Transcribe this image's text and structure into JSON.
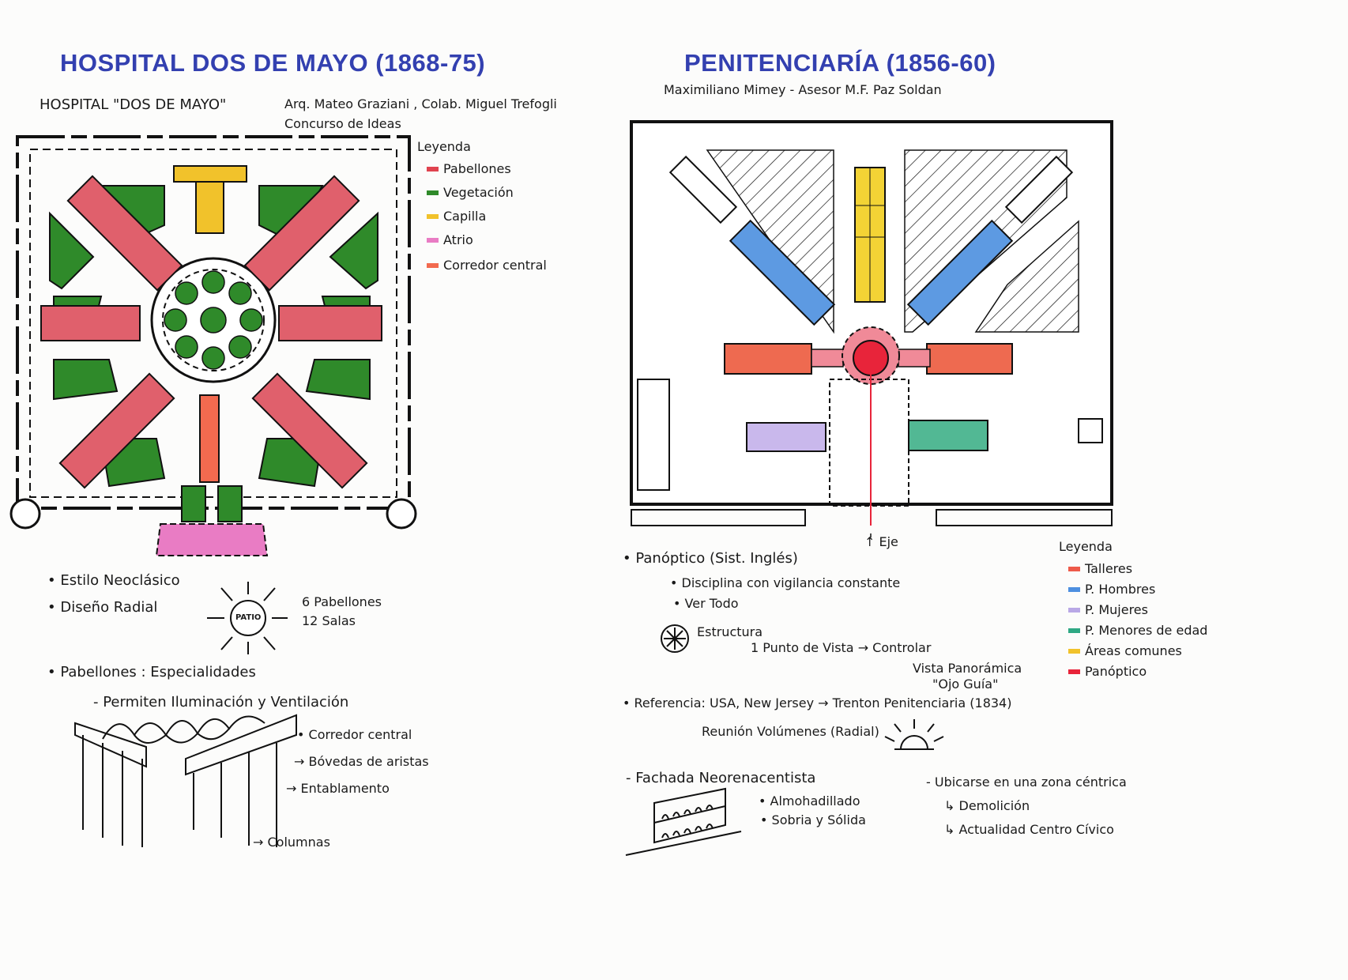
{
  "hospital": {
    "title": "HOSPITAL DOS DE MAYO (1868-75)",
    "name_label": "HOSPITAL \"DOS DE MAYO\"",
    "architect": "Arq. Mateo Graziani , Colab. Miguel Trefogli",
    "contest": "Concurso de Ideas",
    "legend": {
      "heading": "Leyenda",
      "items": [
        {
          "label": "Pabellones",
          "color": "#e0434f"
        },
        {
          "label": "Vegetación",
          "color": "#2f8a2a"
        },
        {
          "label": "Capilla",
          "color": "#f1c22b"
        },
        {
          "label": "Atrio",
          "color": "#e97cc4"
        },
        {
          "label": "Corredor central",
          "color": "#f26a4f"
        }
      ]
    },
    "notes": {
      "style": "Estilo Neoclásico",
      "design": "Diseño Radial",
      "patio": "PATIO",
      "pavilions": "6 Pabellones",
      "rooms": "12 Salas",
      "specialties": "Pabellones : Especialidades",
      "light": "Permiten Iluminación y Ventilación",
      "corridor": "Corredor central",
      "vaults": "Bóvedas de aristas",
      "entablature": "Entablamento",
      "columns": "Columnas"
    }
  },
  "penitentiary": {
    "title": "PENITENCIARÍA (1856-60)",
    "architect": "Maximiliano Mimey - Asesor M.F. Paz Soldan",
    "axis_label": "Eje",
    "legend": {
      "heading": "Leyenda",
      "items": [
        {
          "label": "Talleres",
          "color": "#ee5a4a"
        },
        {
          "label": "P. Hombres",
          "color": "#4d8fe0"
        },
        {
          "label": "P. Mujeres",
          "color": "#b9a8e6"
        },
        {
          "label": "P. Menores de edad",
          "color": "#2fa884"
        },
        {
          "label": "Áreas comunes",
          "color": "#f1c22b"
        },
        {
          "label": "Panóptico",
          "color": "#e8243a"
        }
      ]
    },
    "notes": {
      "panoptic": "Panóptico (Sist. Inglés)",
      "discipline": "Disciplina con vigilancia constante",
      "see_all": "Ver Todo",
      "structure": "Estructura",
      "one_point": "1 Punto de Vista → Controlar",
      "panoramic": "Vista Panorámica",
      "guide_eye": "\"Ojo Guía\"",
      "reference": "Referencia: USA, New Jersey → Trenton Penitenciaria (1834)",
      "volumes": "Reunión Volúmenes (Radial)",
      "facade": "Fachada Neorenacentista",
      "padding": "Almohadillado",
      "sober": "Sobria y Sólida",
      "location": "Ubicarse en una zona céntrica",
      "demolition": "Demolición",
      "civic": "Actualidad Centro Cívico"
    }
  }
}
